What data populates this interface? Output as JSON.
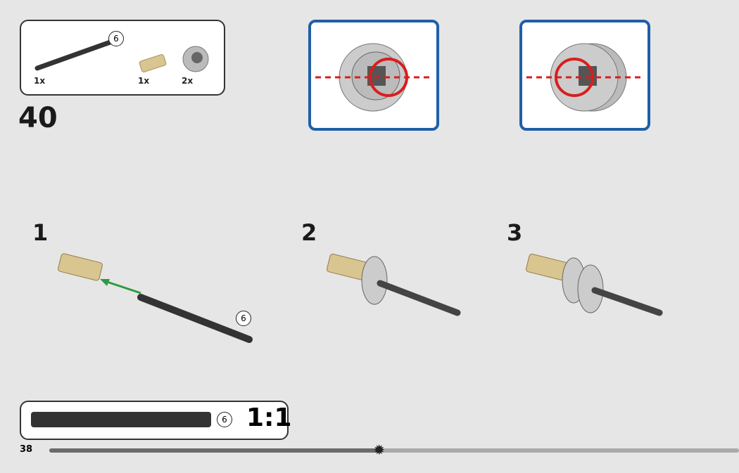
{
  "parts_list": [
    {
      "name": "axle",
      "length": "6",
      "qty": "1x"
    },
    {
      "name": "connector",
      "qty": "1x"
    },
    {
      "name": "bush",
      "qty": "2x"
    }
  ],
  "step_number": "40",
  "substeps": [
    "1",
    "2",
    "3"
  ],
  "substep1_axle_length": "6",
  "reference": {
    "length": "6",
    "scale": "1:1"
  },
  "page_number": "38",
  "progress": 0.48,
  "colors": {
    "callout_border": "#1f5fa8",
    "highlight": "#d81e1e",
    "arrow": "#2e9b3e",
    "tan": "#d9c58f"
  }
}
